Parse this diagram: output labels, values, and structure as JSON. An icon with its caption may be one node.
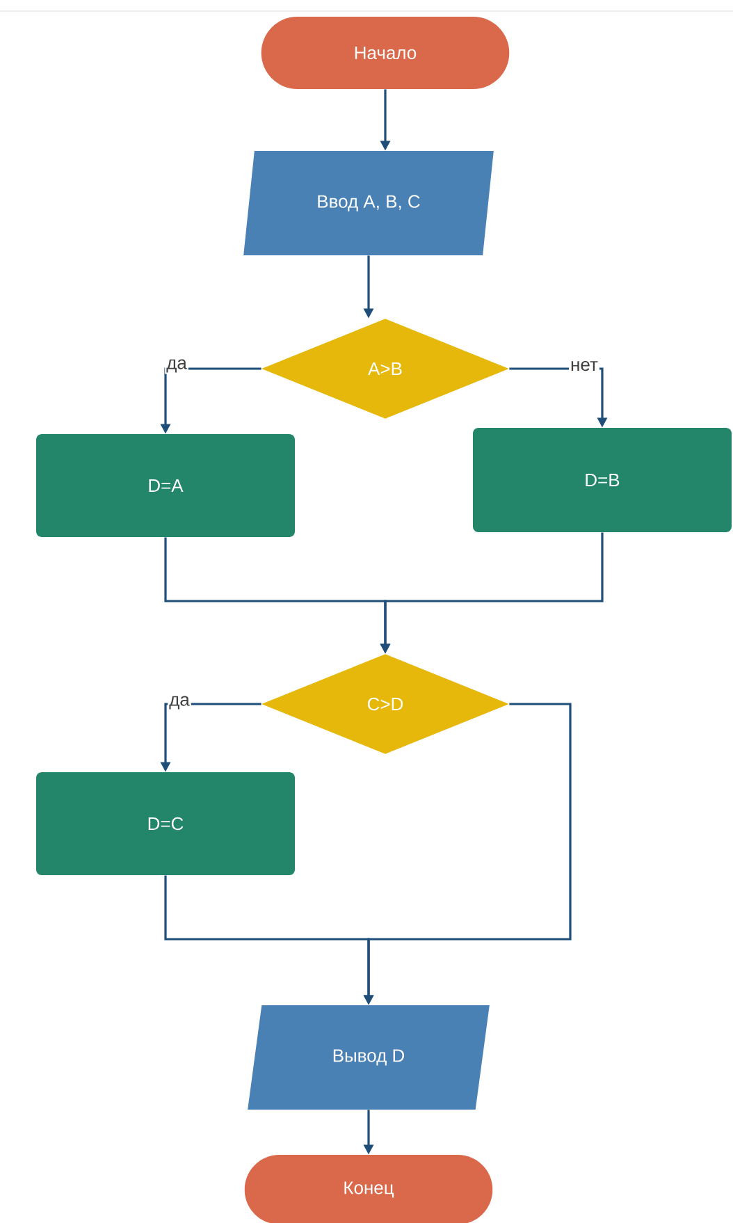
{
  "diagram": {
    "nodes": [
      {
        "text": [
          "Начало"
        ]
      },
      {
        "text": [
          "Ввод A, B, C"
        ]
      },
      {
        "text": [
          "A>B"
        ]
      },
      {
        "text": [
          "D=A"
        ]
      },
      {
        "text": [
          "D=B"
        ]
      },
      {
        "text": [
          "C>D"
        ]
      },
      {
        "text": [
          "D=C"
        ]
      },
      {
        "text": [
          "Вывод D"
        ]
      },
      {
        "text": [
          "Конец"
        ]
      }
    ],
    "edges": [
      {
        "from": 0,
        "to": 1,
        "arrow": "to"
      },
      {
        "from": 1,
        "to": 2,
        "arrow": "to"
      },
      {
        "from": 2,
        "to": 3,
        "arrow": "to",
        "label": "да"
      },
      {
        "from": 2,
        "to": 4,
        "arrow": "to",
        "label": "нет"
      },
      {
        "from": 3,
        "to": 5,
        "arrow": "to"
      },
      {
        "from": 4,
        "to": 5,
        "arrow": "to"
      },
      {
        "from": 5,
        "to": 6,
        "arrow": "to",
        "label": "да"
      },
      {
        "from": 5,
        "to": 7,
        "arrow": "to"
      },
      {
        "from": 6,
        "to": 7,
        "arrow": "to"
      },
      {
        "from": 7,
        "to": 8,
        "arrow": "to"
      }
    ]
  }
}
